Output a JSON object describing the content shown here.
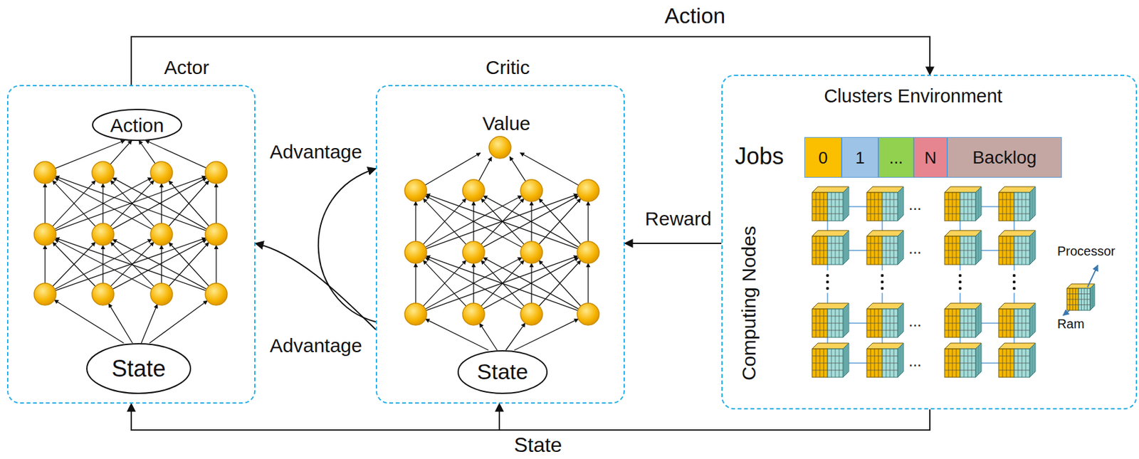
{
  "diagram": {
    "nodes": [
      {
        "text": [
          "Actor"
        ]
      },
      {
        "text": [
          "Action"
        ],
        "in": 0
      },
      {
        "text": [
          "State"
        ],
        "in": 0
      },
      {
        "text": [
          "Critic"
        ]
      },
      {
        "text": [
          "State"
        ],
        "in": 3
      },
      {
        "text": [
          "Clusters Environment"
        ]
      },
      {
        "text": [
          "0"
        ],
        "in": 5
      },
      {
        "text": [
          "1"
        ],
        "in": 5
      },
      {
        "text": [
          "..."
        ],
        "in": 5
      },
      {
        "text": [
          "N"
        ],
        "in": 5
      },
      {
        "text": [
          "Backlog"
        ],
        "in": 5
      }
    ],
    "edges": [
      {
        "from": 0,
        "to": 5,
        "arrow": "to",
        "label": "Action"
      },
      {
        "from": 5,
        "to": 3,
        "arrow": "to",
        "label": "Reward"
      },
      {
        "from": 5,
        "to": 0,
        "arrow": "to",
        "label": "State"
      },
      {
        "from": 5,
        "to": 3,
        "arrow": "to"
      },
      {
        "from": 3,
        "to": 0,
        "arrow": "to",
        "label": "Advantage"
      },
      {
        "from": 3,
        "to": 3,
        "arrow": "to",
        "label": "Advantage"
      }
    ],
    "labels": [
      "Value",
      "Jobs",
      "Computing Nodes",
      "...",
      "...",
      "...",
      "...",
      "Processor",
      "Ram"
    ]
  }
}
